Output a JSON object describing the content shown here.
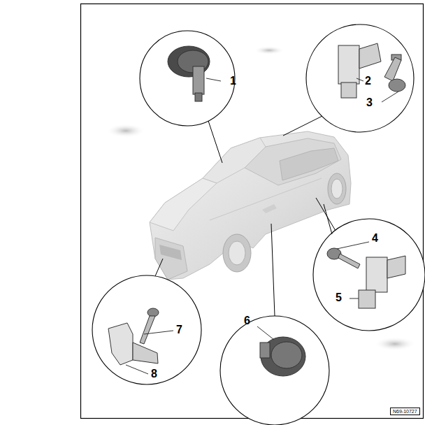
{
  "diagram": {
    "labels": [
      "1",
      "2",
      "3",
      "4",
      "5",
      "6",
      "7",
      "8",
      "N69-10727"
    ]
  }
}
